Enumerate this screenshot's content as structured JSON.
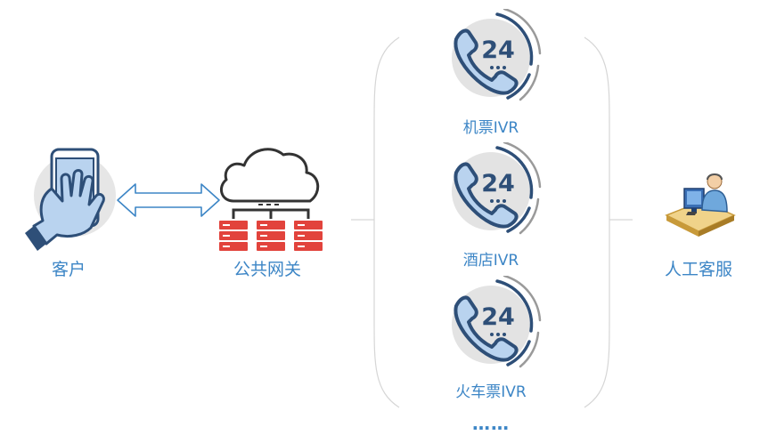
{
  "nodes": {
    "customer": {
      "label": "客户"
    },
    "gateway": {
      "label": "公共网关"
    },
    "agent": {
      "label": "人工客服"
    }
  },
  "ivr": {
    "items": [
      {
        "label": "机票IVR",
        "badge": "24"
      },
      {
        "label": "酒店IVR",
        "badge": "24"
      },
      {
        "label": "火车票IVR",
        "badge": "24"
      }
    ],
    "more": "……"
  },
  "colors": {
    "label": "#3d86c6",
    "phone_fill": "#b9d3ef",
    "phone_stroke": "#2e4f78",
    "server_red": "#e2433c",
    "cloud_stroke": "#333333"
  }
}
